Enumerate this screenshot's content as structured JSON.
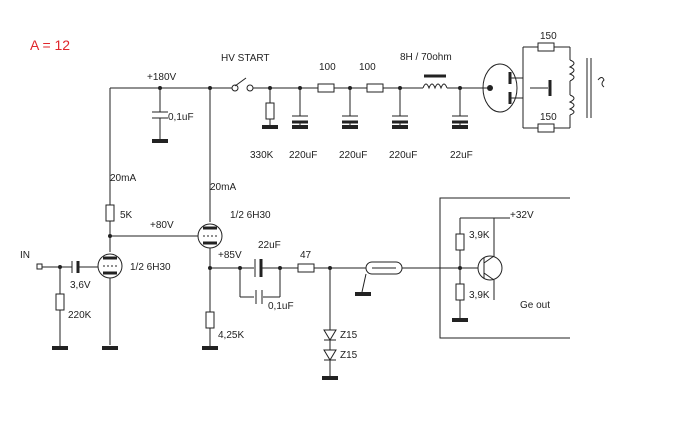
{
  "title": "A = 12",
  "labels": {
    "hv_start": "HV START",
    "v180": "+180V",
    "cap_01_top": "0,1uF",
    "r100a": "100",
    "r100b": "100",
    "choke": "8H / 70ohm",
    "r150_top": "150",
    "r150_bot": "150",
    "r330k": "330K",
    "c220a": "220uF",
    "c220b": "220uF",
    "c220c": "220uF",
    "c22_top": "22uF",
    "i20ma_left": "20mA",
    "i20ma_mid": "20mA",
    "r5k": "5K",
    "v80": "+80V",
    "tube_upper": "1/2 6H30",
    "v32": "+32V",
    "r39k_top": "3,9K",
    "r39k_bot": "3,9K",
    "ge_out": "Ge out",
    "in": "IN",
    "v36": "3,6V",
    "tube_lower": "1/2 6H30",
    "v85": "+85V",
    "c22_mid": "22uF",
    "r47": "47",
    "cap_01_mid": "0,1uF",
    "r220k": "220K",
    "r425k": "4,25K",
    "z15a": "Z15",
    "z15b": "Z15"
  }
}
